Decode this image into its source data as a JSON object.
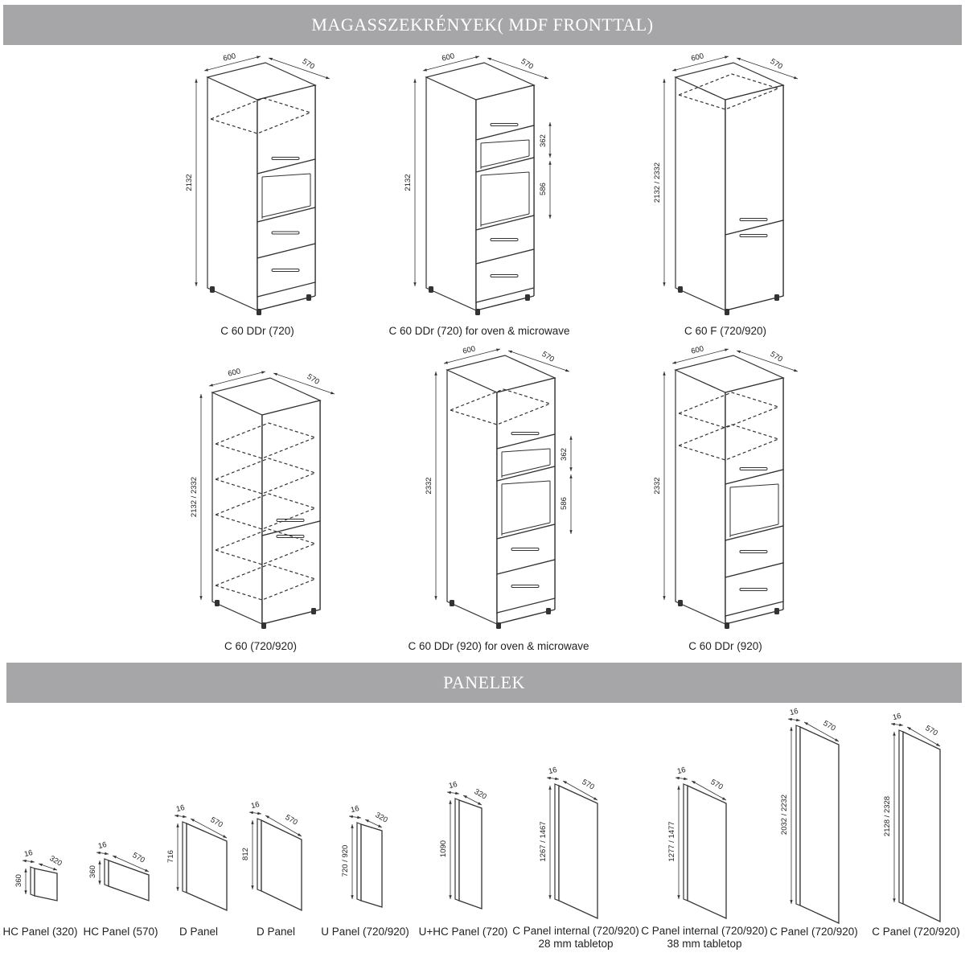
{
  "sections": {
    "tall_title": "MAGASSZEKRÉNYEK( MDF FRONTTAL)",
    "panel_title": "PANELEK"
  },
  "cabinets": [
    {
      "caption": "C 60 DDr (720)",
      "dims": {
        "width": "600",
        "depth": "570",
        "height": "2132"
      }
    },
    {
      "caption": "C 60 DDr (720)  for oven & microwave",
      "dims": {
        "width": "600",
        "depth": "570",
        "height": "2132",
        "niche_upper": "362",
        "niche_lower": "586"
      }
    },
    {
      "caption": "C 60 F (720/920)",
      "dims": {
        "width": "600",
        "depth": "570",
        "height": "2132 / 2332"
      }
    },
    {
      "caption": "C 60 (720/920)",
      "dims": {
        "width": "600",
        "depth": "570",
        "height": "2132 / 2332"
      }
    },
    {
      "caption": "C 60 DDr (920) for oven & microwave",
      "dims": {
        "width": "600",
        "depth": "570",
        "height": "2332",
        "niche_upper": "362",
        "niche_lower": "586"
      }
    },
    {
      "caption": "C 60 DDr (920)",
      "dims": {
        "width": "600",
        "depth": "570",
        "height": "2332"
      }
    }
  ],
  "panels": [
    {
      "caption": "HC Panel (320)",
      "caption2": "",
      "thickness": "16",
      "depth": "320",
      "height": "360"
    },
    {
      "caption": "HC Panel (570)",
      "caption2": "",
      "thickness": "16",
      "depth": "570",
      "height": "360"
    },
    {
      "caption": "D Panel",
      "caption2": "",
      "thickness": "16",
      "depth": "570",
      "height": "716"
    },
    {
      "caption": "D Panel",
      "caption2": "",
      "thickness": "16",
      "depth": "570",
      "height": "812"
    },
    {
      "caption": "U Panel (720/920)",
      "caption2": "",
      "thickness": "16",
      "depth": "320",
      "height": "720 / 920"
    },
    {
      "caption": "U+HC Panel (720)",
      "caption2": "",
      "thickness": "16",
      "depth": "320",
      "height": "1090"
    },
    {
      "caption": "C Panel internal (720/920)",
      "caption2": "28 mm tabletop",
      "thickness": "16",
      "depth": "570",
      "height": "1267 / 1467"
    },
    {
      "caption": "C Panel internal (720/920)",
      "caption2": "38 mm tabletop",
      "thickness": "16",
      "depth": "570",
      "height": "1277 / 1477"
    },
    {
      "caption": "C Panel (720/920)",
      "caption2": "",
      "thickness": "16",
      "depth": "570",
      "height": "2032 / 2232"
    },
    {
      "caption": "C Panel (720/920)",
      "caption2": "",
      "thickness": "16",
      "depth": "570",
      "height": "2128 / 2328"
    }
  ]
}
